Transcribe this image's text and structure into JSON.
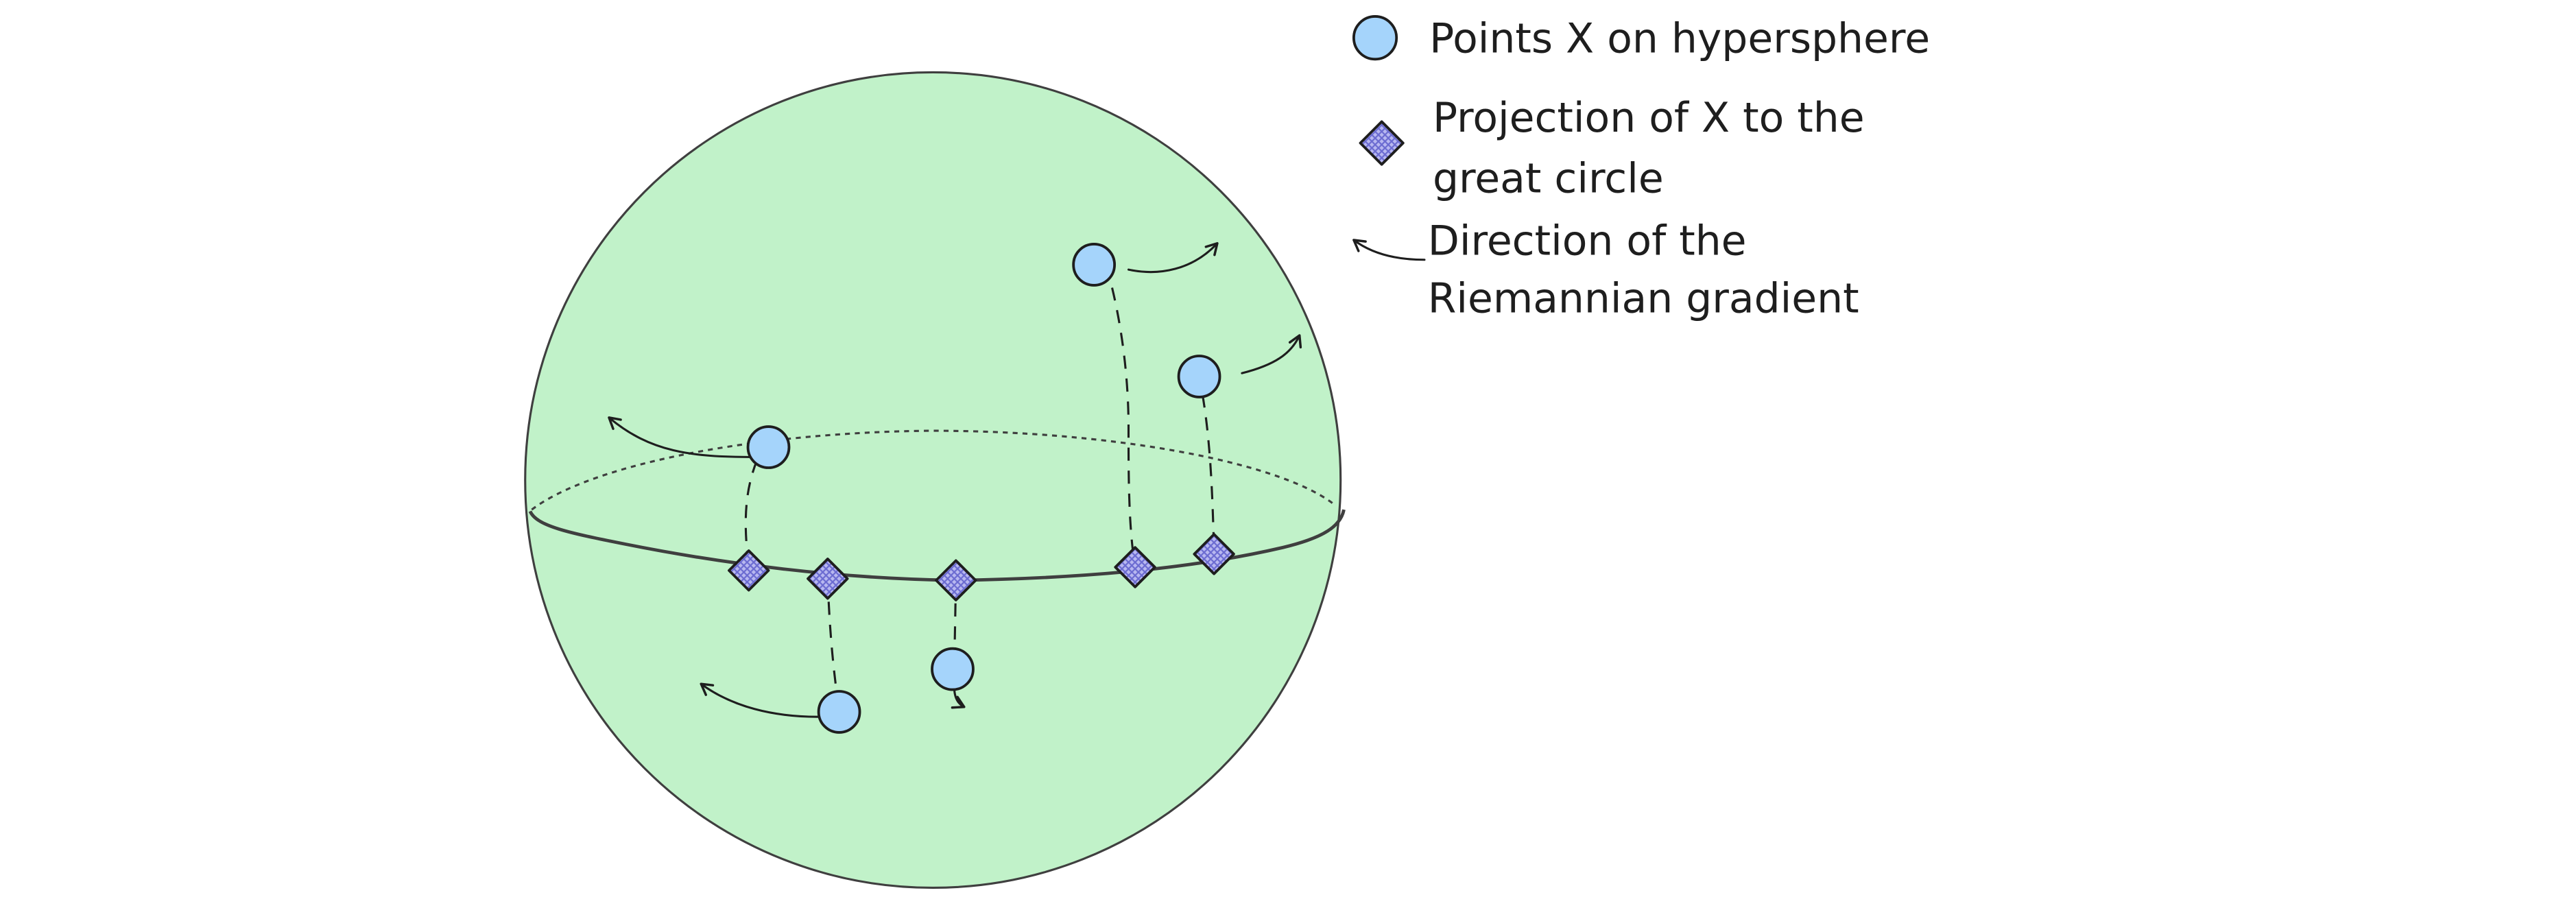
{
  "colors": {
    "sphere_fill": "#c1f2c9",
    "sphere_stroke": "#3f3f3f",
    "point_fill": "#a5d4fb",
    "stroke": "#1e1e1e",
    "diamond_fill": "#b8b8f0",
    "diamond_hatch": "#6b6bd1",
    "background": "#ffffff"
  },
  "legend": {
    "points": {
      "icon": "circle-icon",
      "line1": "Points X on hypersphere"
    },
    "projection": {
      "icon": "hatched-diamond-icon",
      "line1": "Projection of X to the",
      "line2": "great circle"
    },
    "gradient": {
      "icon": "curved-arrow-icon",
      "line1": "Direction of the",
      "line2": "Riemannian gradient"
    }
  }
}
